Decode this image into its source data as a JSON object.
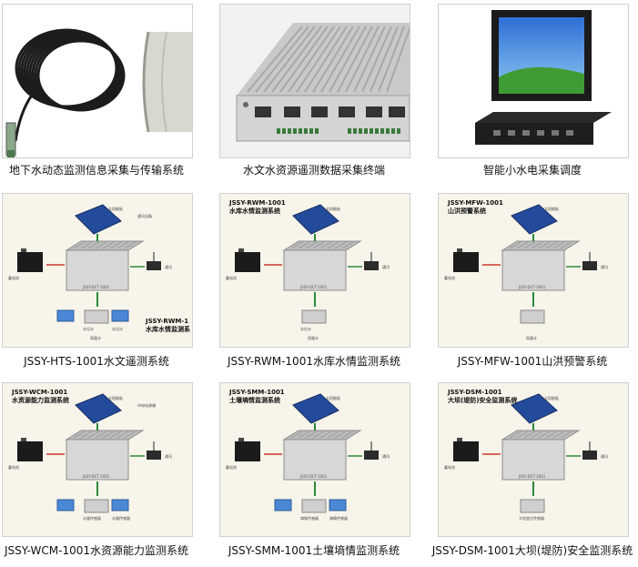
{
  "products": [
    {
      "caption": "地下水动态监测信息采集与传输系统",
      "kind": "photo-cable"
    },
    {
      "caption": "水文水资源遥测数据采集终端",
      "kind": "photo-terminal"
    },
    {
      "caption": "智能小水电采集调度",
      "kind": "photo-monitor"
    },
    {
      "caption": "JSSY-HTS-1001水文遥测系统",
      "kind": "diagram",
      "labels": {
        "solar": "太阳能板",
        "comm": "通讯设备",
        "battery": "蓄电池",
        "gauge": "通讯",
        "sensor1": "水位计",
        "sensor2": "水位计",
        "rain": "雨量计",
        "box": "JSSY-DCT-1001"
      },
      "corner_title": [
        "JSSY-RWM-1",
        "水库水情监测系"
      ]
    },
    {
      "caption": "JSSY-RWM-1001水库水情监测系统",
      "kind": "diagram",
      "title": [
        "JSSY-RWM-1001",
        "水库水情监测系统"
      ],
      "labels": {
        "solar": "太阳能板",
        "battery": "蓄电池",
        "gauge": "通讯",
        "sensor1": "水位计",
        "rain": "雨量计",
        "box": "JSSY-DCT-1001"
      }
    },
    {
      "caption": "JSSY-MFW-1001山洪预警系统",
      "kind": "diagram",
      "title": [
        "JSSY-MFW-1001",
        "山洪预警系统"
      ],
      "labels": {
        "solar": "太阳能板",
        "battery": "蓄电池",
        "gauge": "通讯",
        "rain": "雨量计",
        "box": "JSSY-DCT-1001"
      }
    },
    {
      "caption": "JSSY-WCM-1001水资源能力监测系统",
      "kind": "diagram",
      "title": [
        "JSSY-WCM-1001",
        "水资源能力监测系统"
      ],
      "labels": {
        "solar": "太阳能板",
        "comm": "市电电源辅",
        "battery": "蓄电池",
        "gauge": "通讯",
        "sensor1": "水量传感器",
        "sensor2": "水量传感器",
        "box": "JSSY-DCT-1001"
      }
    },
    {
      "caption": "JSSY-SMM-1001土壤墒情监测系统",
      "kind": "diagram",
      "title": [
        "JSSY-SMM-1001",
        "土壤墒情监测系统"
      ],
      "labels": {
        "solar": "太阳能板",
        "battery": "蓄电池",
        "gauge": "通讯",
        "sensor1": "墒情传感器",
        "sensor2": "墒情传感器",
        "box": "JSSY-DCT-1001"
      }
    },
    {
      "caption": "JSSY-DSM-1001大坝(堤防)安全监测系统",
      "kind": "diagram",
      "title": [
        "JSSY-DSM-1001",
        "大坝(堤防)安全监测系统"
      ],
      "labels": {
        "solar": "太阳能板",
        "battery": "蓄电池",
        "gauge": "通讯",
        "sensor1": "大坝变位传感器",
        "box": "JSSY-DCT-1001"
      }
    }
  ]
}
